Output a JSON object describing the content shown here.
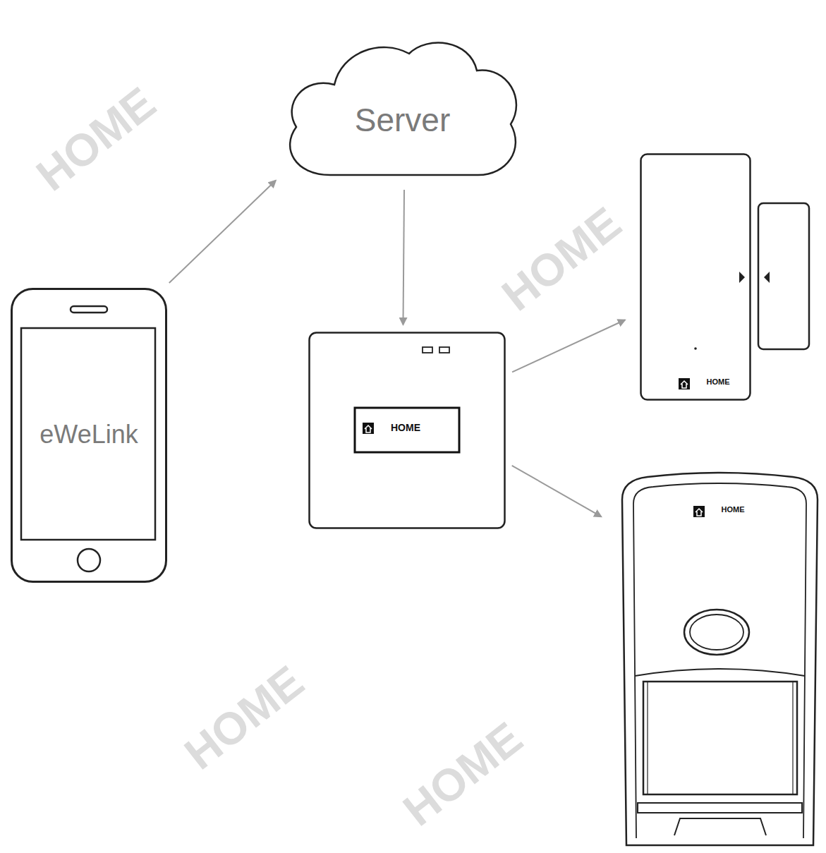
{
  "diagram": {
    "nodes": [
      {
        "text": [
          "eWeLink"
        ]
      },
      {
        "text": [
          "Server"
        ]
      },
      {
        "text": [
          "HOME"
        ]
      },
      {
        "text": [
          "HOME"
        ]
      },
      {
        "text": [
          "HOME"
        ]
      }
    ],
    "edges": [
      {
        "from": 0,
        "to": 1,
        "arrow": "to"
      },
      {
        "from": 1,
        "to": 2,
        "arrow": "to"
      },
      {
        "from": 2,
        "to": 3,
        "arrow": "to"
      },
      {
        "from": 2,
        "to": 4,
        "arrow": "to"
      }
    ],
    "labels": [
      "HOME",
      "HOME",
      "HOME",
      "HOME"
    ]
  }
}
